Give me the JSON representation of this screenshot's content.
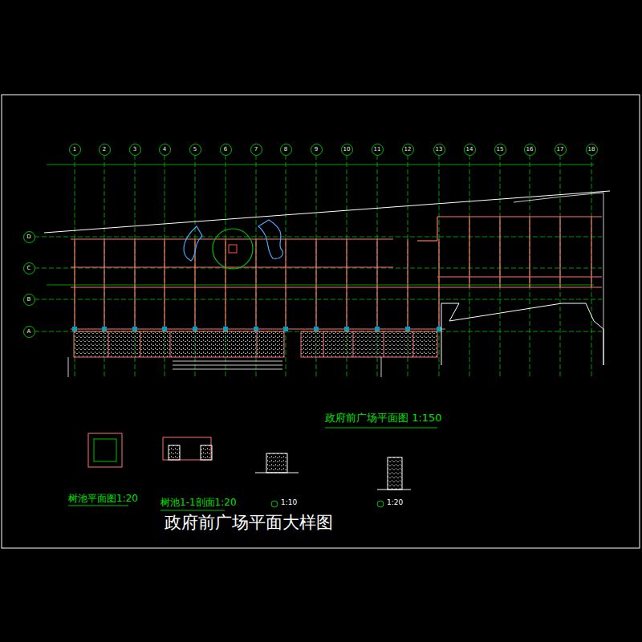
{
  "diagram": {
    "title": "政府前广场平面大样图",
    "nodes": [
      {
        "text": [
          "1"
        ]
      },
      {
        "text": [
          "2"
        ]
      },
      {
        "text": [
          "3"
        ]
      },
      {
        "text": [
          "4"
        ]
      },
      {
        "text": [
          "5"
        ]
      },
      {
        "text": [
          "6"
        ]
      },
      {
        "text": [
          "7"
        ]
      },
      {
        "text": [
          "8"
        ]
      },
      {
        "text": [
          "9"
        ]
      },
      {
        "text": [
          "10"
        ]
      },
      {
        "text": [
          "11"
        ]
      },
      {
        "text": [
          "12"
        ]
      },
      {
        "text": [
          "13"
        ]
      },
      {
        "text": [
          "14"
        ]
      },
      {
        "text": [
          "15"
        ]
      },
      {
        "text": [
          "16"
        ]
      },
      {
        "text": [
          "17"
        ]
      },
      {
        "text": [
          "18"
        ]
      },
      {
        "text": [
          "D"
        ]
      },
      {
        "text": [
          "C"
        ]
      },
      {
        "text": [
          "B"
        ]
      },
      {
        "text": [
          "A"
        ]
      }
    ],
    "labels": [
      "政府前广场平面图 1:150",
      "树池平面图1:20",
      "树池1-1剖面1:20",
      "1:10",
      "1:20"
    ]
  }
}
